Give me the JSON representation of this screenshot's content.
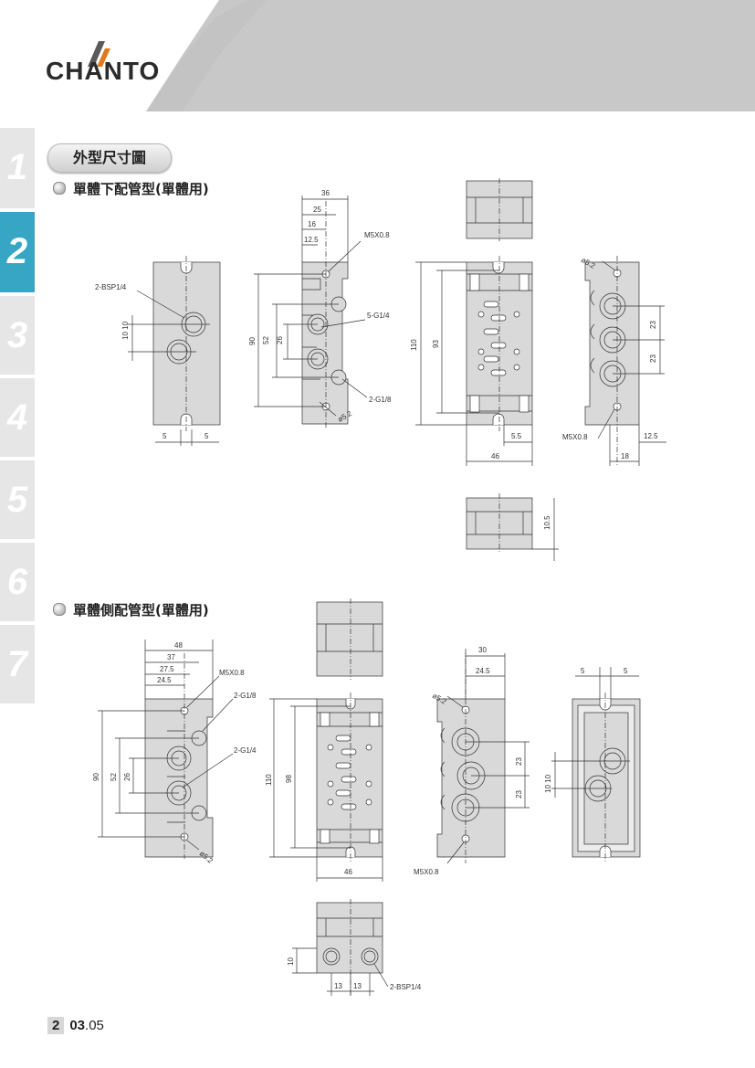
{
  "brand": {
    "logo_text": "CHANTO"
  },
  "side_tabs": [
    "1",
    "2",
    "3",
    "4",
    "5",
    "6",
    "7"
  ],
  "active_tab": "2",
  "section_title": "外型尺寸圖",
  "headings": {
    "bottom_piping": "單體下配管型(單體用)",
    "side_piping": "單體側配管型(單體用)"
  },
  "labels": {
    "bsp14": "2-BSP1/4",
    "m5": "M5X0.8",
    "g14_5": "5-G1/4",
    "g18_2": "2-G1/8",
    "g18_2b": "2-G1/8",
    "g14_2": "2-G1/4",
    "dia52": "ø5.2",
    "d36": "36",
    "d25": "25",
    "d16": "16",
    "d125": "12.5",
    "d90": "90",
    "d52": "52",
    "d26": "26",
    "d1010": "10 10",
    "d5": "5",
    "d110": "110",
    "d93": "93",
    "d55": "5.5",
    "d46": "46",
    "d105": "10.5",
    "d23": "23",
    "d18": "18",
    "d48": "48",
    "d37": "37",
    "d275": "27.5",
    "d245": "24.5",
    "d98": "98",
    "d30": "30",
    "d10": "10",
    "d13": "13"
  },
  "footer": {
    "chapter": "2",
    "page_bold": "03",
    "page_rest": ".05"
  },
  "colors": {
    "header_gray": "#c8c8c8",
    "part_gray": "#d9d9d9",
    "line": "#333333"
  }
}
